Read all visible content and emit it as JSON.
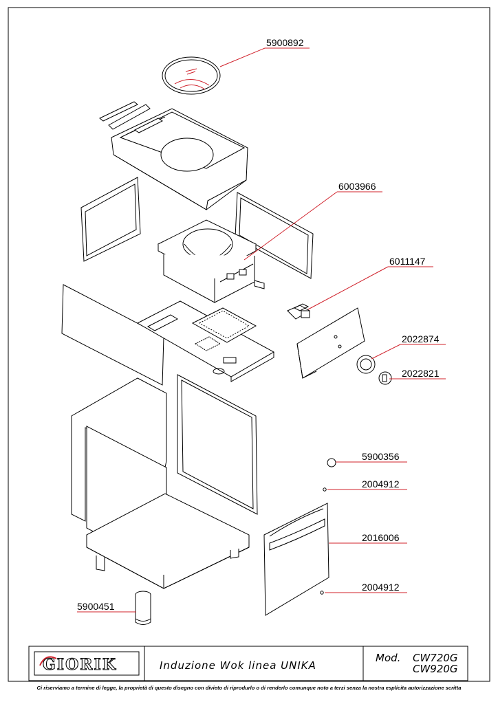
{
  "parts": [
    {
      "id": "p-5900892",
      "code": "5900892"
    },
    {
      "id": "p-6003966",
      "code": "6003966"
    },
    {
      "id": "p-6011147",
      "code": "6011147"
    },
    {
      "id": "p-2022874",
      "code": "2022874"
    },
    {
      "id": "p-2022821",
      "code": "2022821"
    },
    {
      "id": "p-5900356",
      "code": "5900356"
    },
    {
      "id": "p-2004912a",
      "code": "2004912"
    },
    {
      "id": "p-2016006",
      "code": "2016006"
    },
    {
      "id": "p-2004912b",
      "code": "2004912"
    },
    {
      "id": "p-5900451",
      "code": "5900451"
    }
  ],
  "title_block": {
    "logo": "GIORIK",
    "title": "Induzione Wok linea UNIKA",
    "model_label": "Mod.",
    "model_1": "CW720G",
    "model_2": "CW920G"
  },
  "footer": "Ci riserviamo a termine di legge, la proprietà di questo disegno con divieto di riprodurlo o di renderlo comunque noto a terzi senza la nostra esplicita autorizzazione scritta",
  "colors": {
    "leader": "#d0202a",
    "line": "#000000"
  }
}
